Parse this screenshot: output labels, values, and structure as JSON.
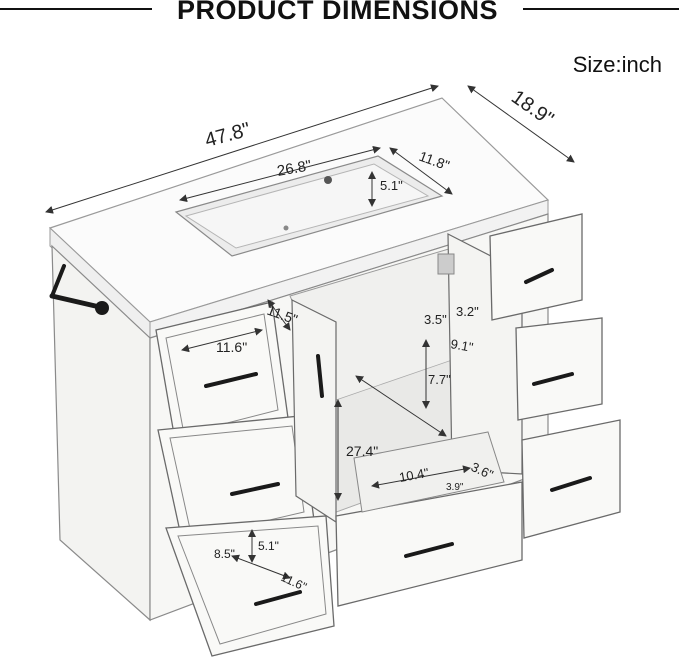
{
  "header": {
    "title": "PRODUCT DIMENSIONS"
  },
  "unit_label": "Size:inch",
  "dimensions": {
    "overall_width": "47.8\"",
    "overall_depth": "18.9\"",
    "sink_length": "26.8\"",
    "sink_depth": "11.8\"",
    "sink_height": "5.1\"",
    "left_drawer_width": "11.6\"",
    "left_drawer_depth": "11.5\"",
    "shelf_width": "3.5\"",
    "shelf_height": "3.2\"",
    "door_shelf_width": "9.1\"",
    "door_shelf_height": "7.7\"",
    "cabinet_height": "27.4\"",
    "bottom_drawer_width": "10.4\"",
    "bottom_drawer_depth": "3.6\"",
    "bottom_drawer_inner": "3.9\"",
    "small_drawer_depth": "8.5\"",
    "small_drawer_height": "5.1\"",
    "small_drawer_width": "11.6\""
  },
  "colors": {
    "cabinet": "#f7f7f5",
    "outline": "#3a3a3a",
    "handle": "#1a1a1a"
  }
}
